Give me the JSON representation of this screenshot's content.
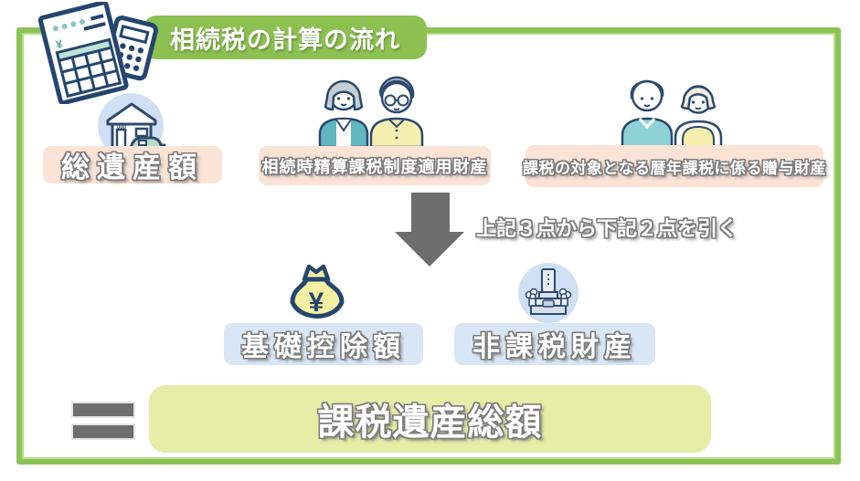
{
  "title": "相続税の計算の流れ",
  "colors": {
    "frame_green": "#8dc356",
    "banner_green": "#8cc152",
    "peach_label_bg": "#fbe3d5",
    "blue_label_bg": "#d9e6f5",
    "icon_circle_blue": "#cfdff4",
    "result_box_green": "#e5eda6",
    "arrow_gray": "#6e6e6e",
    "illustration_navy": "#2c4a6e"
  },
  "top_items": [
    {
      "label": "総遺産額",
      "icon": "house-car-icon"
    },
    {
      "label": "相続時精算課税制度適用財産",
      "icon": "elderly-couple-icon"
    },
    {
      "label": "課税の対象となる暦年課税に係る贈与財産",
      "icon": "young-couple-icon"
    }
  ],
  "operation_note": "上記３点から下記２点を引く",
  "deduction_items": [
    {
      "label": "基礎控除額",
      "icon": "money-bag-icon"
    },
    {
      "label": "非課税財産",
      "icon": "gravestone-icon"
    }
  ],
  "result": {
    "label": "課税遺産総額"
  },
  "decor_icons": [
    "documents-calculator-icon",
    "down-arrow-icon",
    "equals-icon"
  ]
}
